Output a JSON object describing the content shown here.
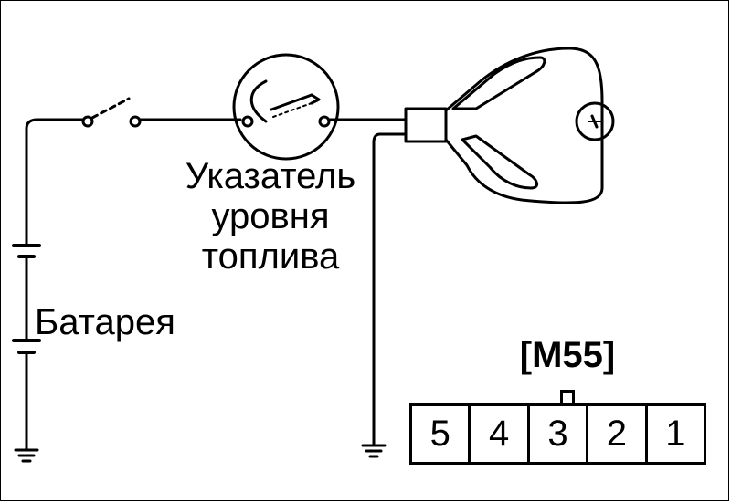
{
  "gauge_label": {
    "line1": "Указатель",
    "line2": "уровня",
    "line3": "топлива"
  },
  "battery_label": "Батарея",
  "connector": {
    "title": "[M55]",
    "pins": [
      "5",
      "4",
      "3",
      "2",
      "1"
    ]
  }
}
